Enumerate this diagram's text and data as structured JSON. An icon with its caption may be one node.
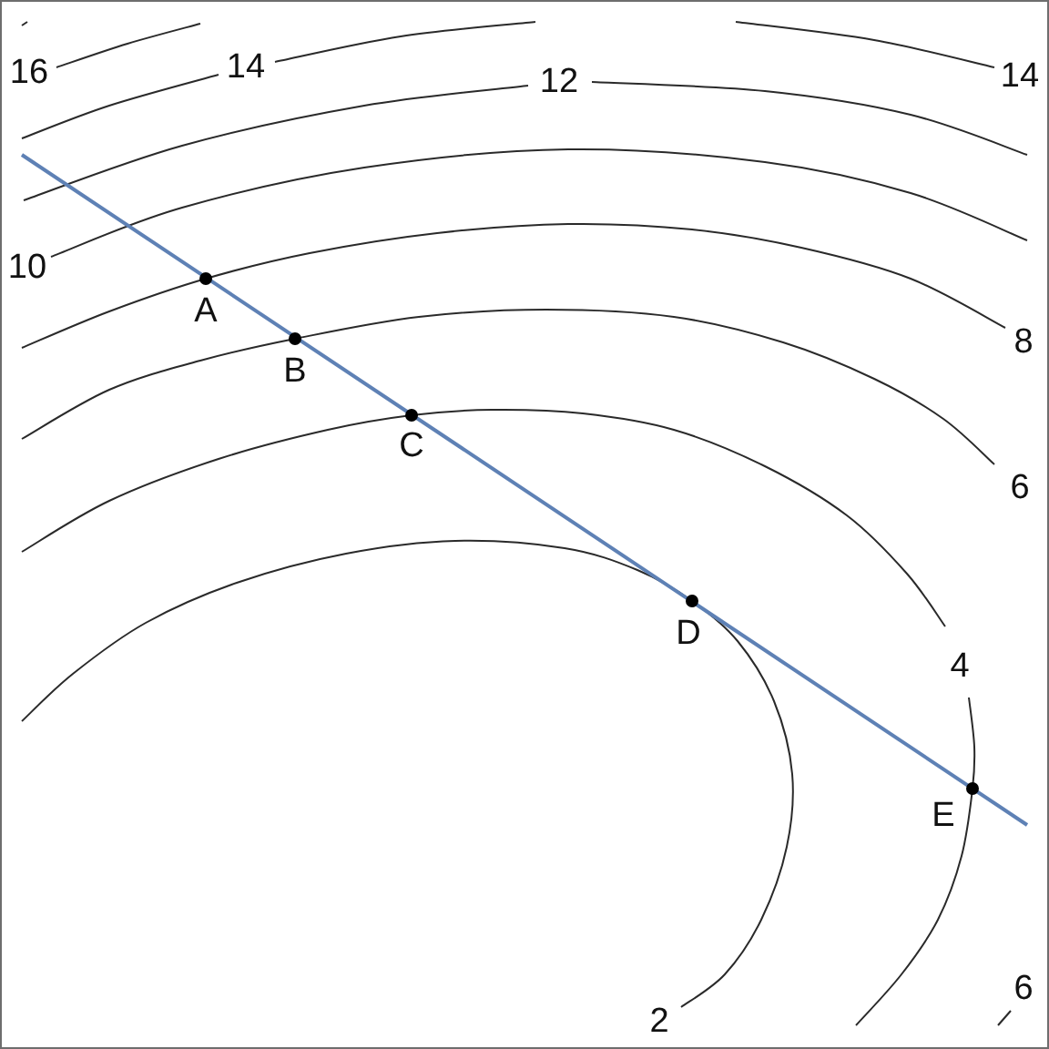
{
  "diagram": {
    "labels": [
      "16",
      "14",
      "12",
      "14",
      "10",
      "A",
      "8",
      "B",
      "C",
      "6",
      "D",
      "4",
      "E",
      "2",
      "6"
    ]
  }
}
